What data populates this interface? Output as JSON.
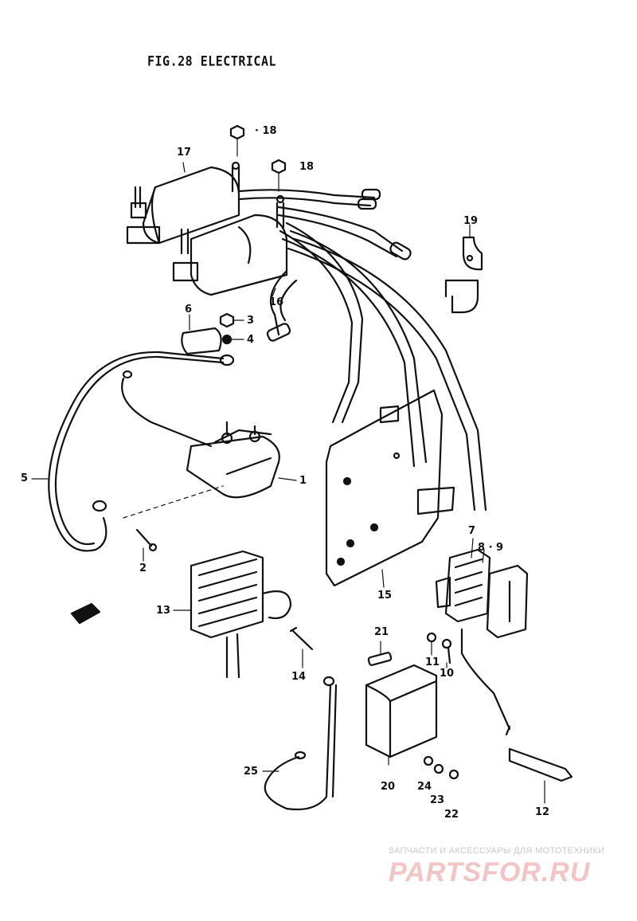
{
  "title": "FIG.28  ELECTRICAL",
  "callouts": {
    "c1": "1",
    "c2": "2",
    "c3": "3",
    "c4": "4",
    "c5": "5",
    "c6": "6",
    "c7": "7",
    "c8_9": "8 · 9",
    "c10": "10",
    "c11": "11",
    "c12": "12",
    "c13": "13",
    "c14": "14",
    "c15": "15",
    "c16": "16",
    "c17": "17",
    "c18a": "· 18",
    "c18b": "18",
    "c19": "19",
    "c20": "20",
    "c21": "21",
    "c22": "22",
    "c23": "23",
    "c24": "24",
    "c25": "25"
  },
  "watermark": {
    "tagline": "ЗАПЧАСТИ И АКСЕССУАРЫ ДЛЯ МОТОТЕХНИКИ",
    "logo": "PARTSFOR.RU"
  }
}
